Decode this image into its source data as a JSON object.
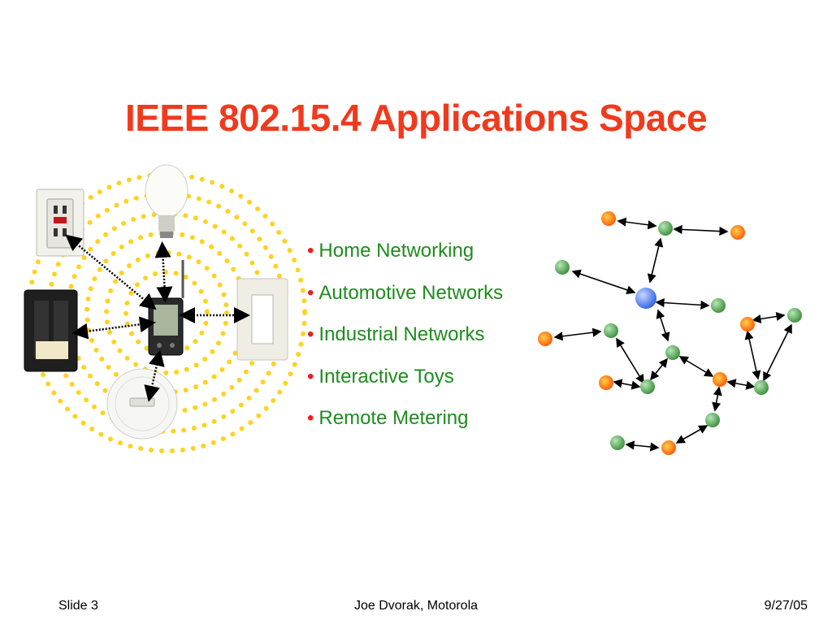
{
  "slide": {
    "title": "IEEE 802.15.4 Applications Space",
    "bullets": [
      {
        "text": "Home Networking"
      },
      {
        "text": "Automotive Networks"
      },
      {
        "text": "Industrial Networks"
      },
      {
        "text": "Interactive Toys"
      },
      {
        "text": "Remote Metering"
      }
    ],
    "bullet_symbol": "•",
    "footer": {
      "left": "Slide 3",
      "center": "Joe Dvorak, Motorola",
      "right": "9/27/05"
    }
  },
  "colors": {
    "title": "#f03a1e",
    "bullet_dot": "#e8201a",
    "bullet_text": "#1d8c1d",
    "ring_dots": "#ffd21e",
    "node_green": "#4ea64e",
    "node_orange": "#ff5a00",
    "node_blue": "#4a7bff"
  },
  "icons": [
    "electrical-outlet-icon",
    "light-bulb-icon",
    "circuit-breaker-icon",
    "pda-icon",
    "light-switch-icon",
    "smoke-detector-icon"
  ]
}
